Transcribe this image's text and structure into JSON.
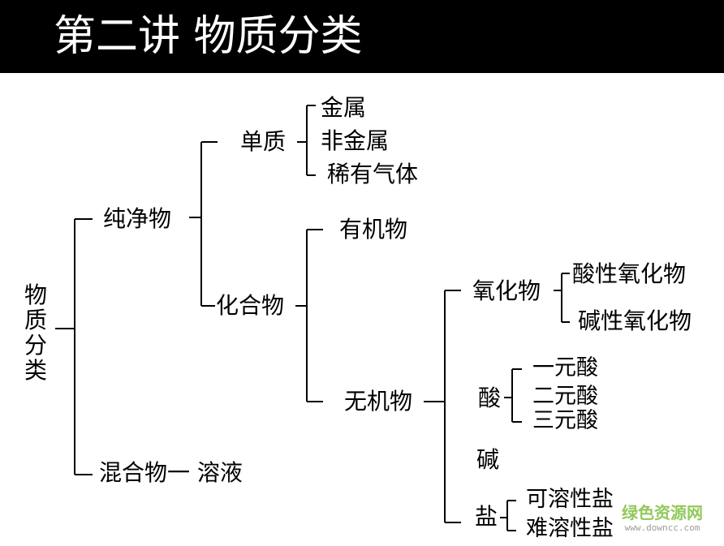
{
  "title": "第二讲  物质分类",
  "tree": {
    "root": "物质分类",
    "pure": "纯净物",
    "mixture": "混合物一 溶液",
    "simple": "单质",
    "simple_children": [
      "金属",
      "非金属",
      "稀有气体"
    ],
    "compound": "化合物",
    "organic": "有机物",
    "inorganic": "无机物",
    "oxide": "氧化物",
    "oxide_children": [
      "酸性氧化物",
      "碱性氧化物"
    ],
    "acid": "酸",
    "acid_children": [
      "一元酸",
      "二元酸",
      "三元酸"
    ],
    "base": "碱",
    "salt": "盐",
    "salt_children": [
      "可溶性盐",
      "难溶性盐"
    ]
  },
  "watermark": {
    "main": "绿色资源网",
    "sub": "www.downcc.com"
  }
}
